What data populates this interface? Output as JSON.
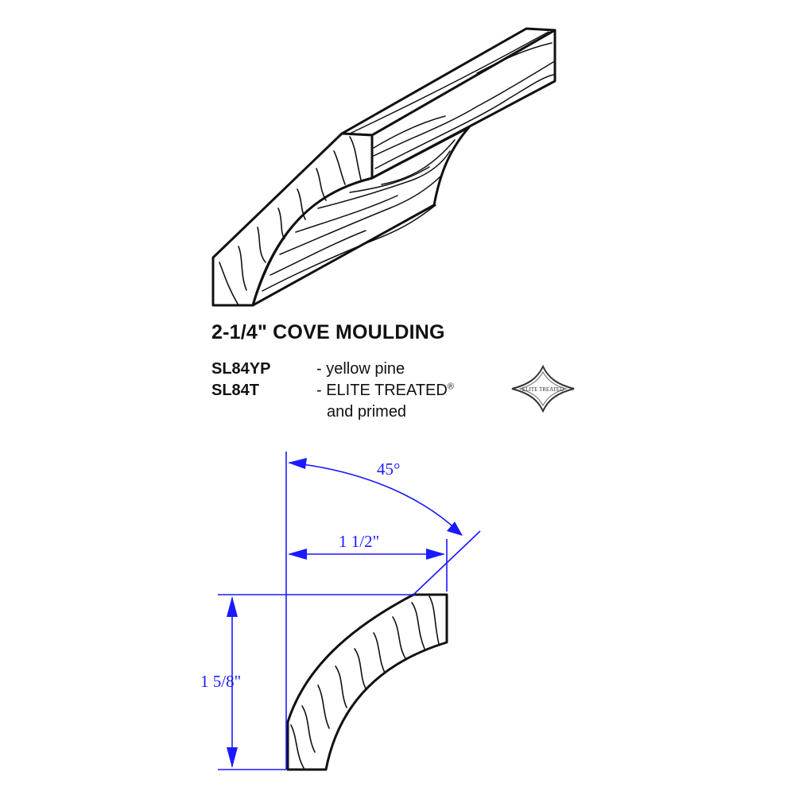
{
  "product": {
    "title": "2-1/4\" COVE MOULDING",
    "items": [
      {
        "sku": "SL84YP",
        "description": "- yellow pine"
      },
      {
        "sku": "SL84T",
        "description": "- ELITE TREATED",
        "description_mark": "®",
        "description_line2": "and primed"
      }
    ],
    "logo_text": "ELITE TREATED"
  },
  "dimensions": {
    "angle": "45°",
    "width": "1 1/2\"",
    "height": "1 5/8\""
  },
  "colors": {
    "line": "#111111",
    "dimension": "#1a1aff"
  }
}
